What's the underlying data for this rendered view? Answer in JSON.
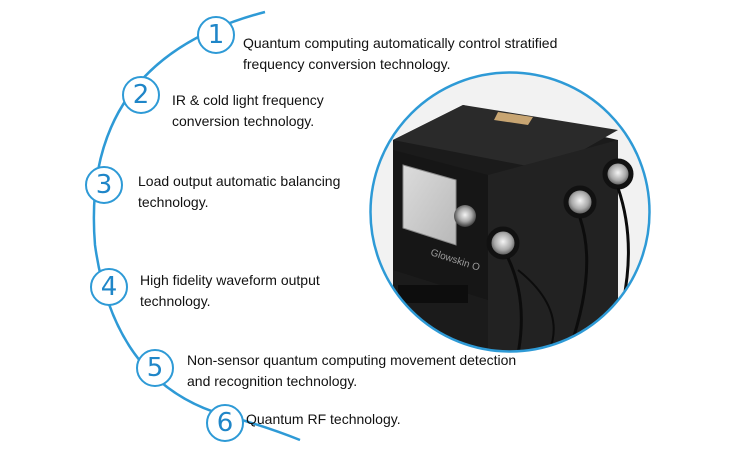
{
  "accent_color": "#2e9ad6",
  "features": [
    {
      "number": "1",
      "lines": [
        "Quantum computing automatically control stratified",
        "frequency conversion technology."
      ]
    },
    {
      "number": "2",
      "lines": [
        "IR & cold light frequency",
        "conversion technology."
      ]
    },
    {
      "number": "3",
      "lines": [
        "Load output automatic balancing",
        "technology."
      ]
    },
    {
      "number": "4",
      "lines": [
        "High fidelity waveform output",
        "technology."
      ]
    },
    {
      "number": "5",
      "lines": [
        "Non-sensor quantum computing movement detection",
        "and recognition technology."
      ]
    },
    {
      "number": "6",
      "lines": [
        "Quantum RF technology."
      ]
    }
  ],
  "device": {
    "brand_text": "Glowskin O"
  }
}
